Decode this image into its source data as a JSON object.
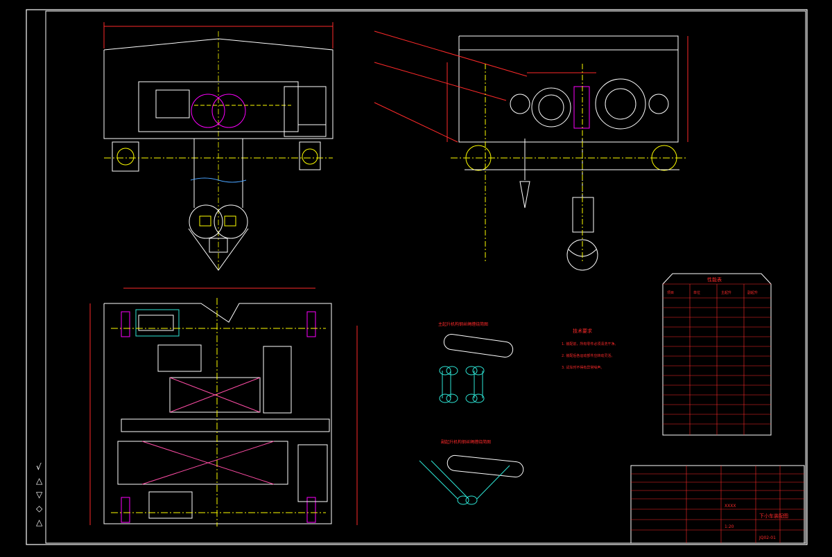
{
  "drawing": {
    "title_block": {
      "title": "下小车装配图",
      "company": "XXXX",
      "drawing_number": "JQ02-01",
      "scale": "1:20"
    },
    "left_marks": [
      "√",
      "△",
      "▽",
      "◇",
      "△"
    ],
    "notes": {
      "heading": "技术要求",
      "lines": [
        "1. 装配前，所有零件必须清洗干净。",
        "2. 装配后各运动部件应转动灵活。",
        "3. 试车时不得有异常噪声。"
      ]
    },
    "rope_diagrams": {
      "upper_title": "主起升机构钢丝绳缠绕简图",
      "lower_title": "副起升机构钢丝绳缠绕简图"
    },
    "performance_table": {
      "title": "性能表",
      "columns": [
        "项目",
        "单位",
        "主起升",
        "副起升"
      ]
    }
  }
}
